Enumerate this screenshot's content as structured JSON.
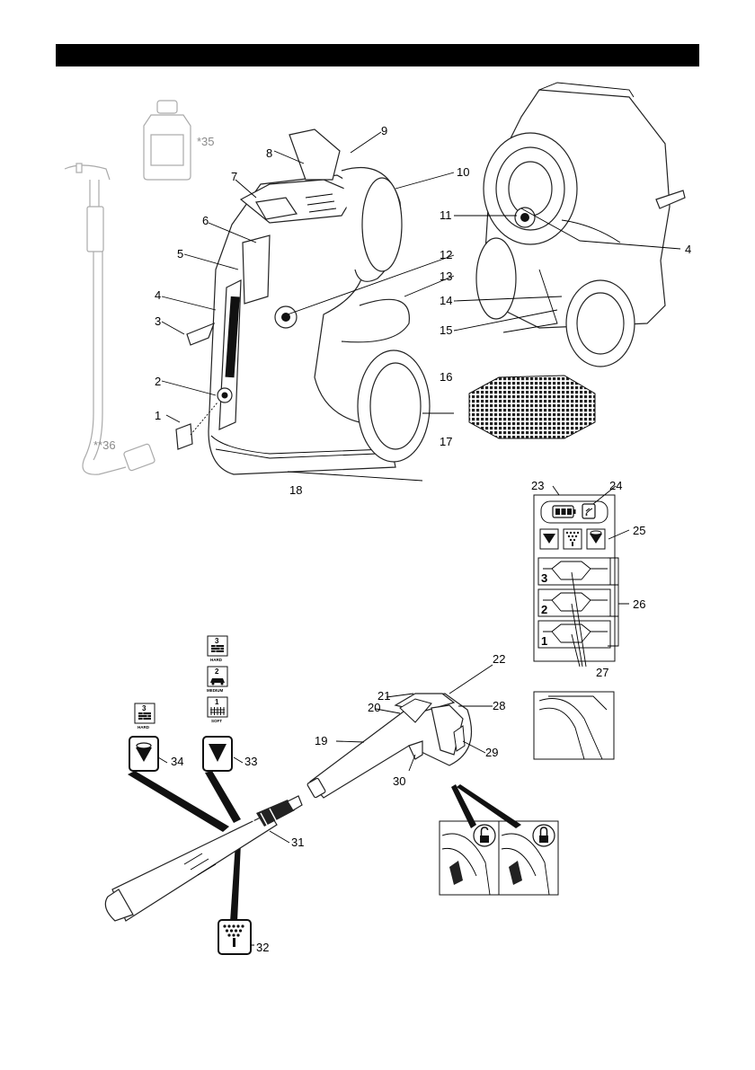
{
  "callouts": {
    "c1": "1",
    "c2": "2",
    "c3": "3",
    "c4": "4",
    "c4b": "4",
    "c5": "5",
    "c6": "6",
    "c7": "7",
    "c8": "8",
    "c9": "9",
    "c10": "10",
    "c11": "11",
    "c12": "12",
    "c13": "13",
    "c14": "14",
    "c15": "15",
    "c16": "16",
    "c17": "17",
    "c18": "18",
    "c19": "19",
    "c20": "20",
    "c21": "21",
    "c22": "22",
    "c23": "23",
    "c24": "24",
    "c25": "25",
    "c26": "26",
    "c27": "27",
    "c28": "28",
    "c29": "29",
    "c30": "30",
    "c31": "31",
    "c32": "32",
    "c33": "33",
    "c34": "34",
    "c35": "*35",
    "c36": "**36"
  },
  "display_levels": [
    "3",
    "2",
    "1"
  ],
  "pressure_icons": {
    "hard_num": "3",
    "hard_label": "HARD",
    "medium_num": "2",
    "medium_label": "MEDIUM",
    "soft_num": "1",
    "soft_label": "SOFT"
  },
  "colors": {
    "header_bar": "#000000",
    "accessory_grey": "#8a8a8a"
  }
}
